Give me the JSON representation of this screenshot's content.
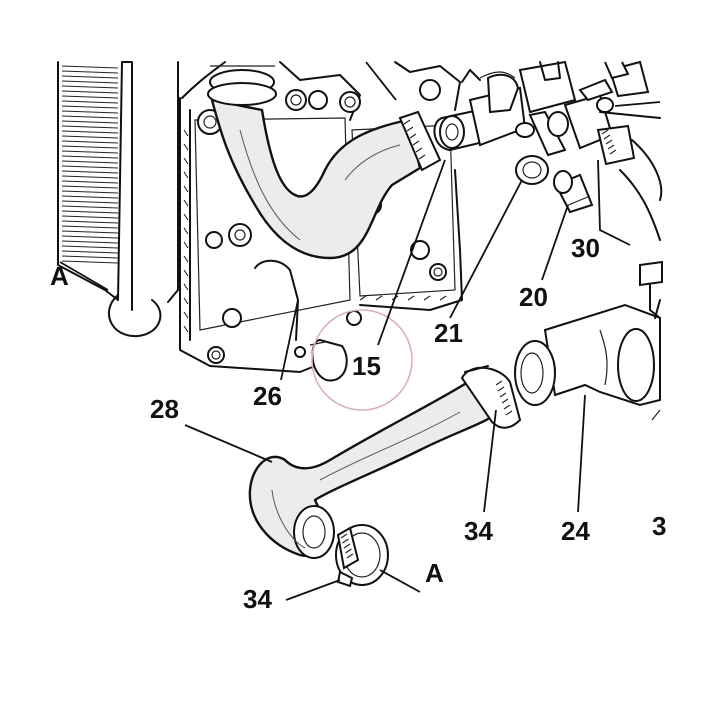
{
  "diagram": {
    "callouts": {
      "part_15": "15",
      "part_20": "20",
      "part_21": "21",
      "part_24": "24",
      "part_26": "26",
      "part_28": "28",
      "part_30": "30",
      "part_34_upper": "34",
      "part_34_lower": "34",
      "ref_a_left": "A",
      "ref_a_bottom": "A",
      "ref_partial_right": "3"
    },
    "highlight": {
      "target_part": "15",
      "color": "#d9b3b3"
    },
    "line_color": "#111111",
    "background": "#ffffff"
  }
}
